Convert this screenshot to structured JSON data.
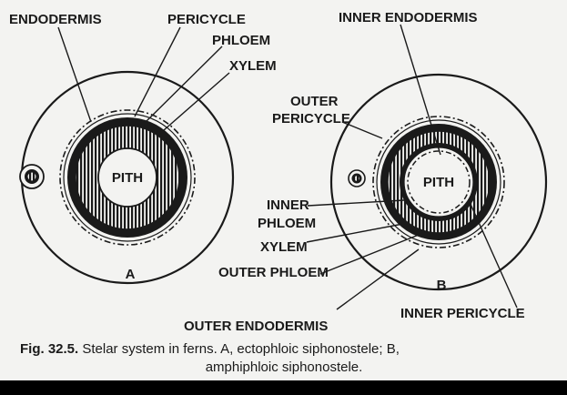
{
  "labels": {
    "endodermis": "ENDODERMIS",
    "pericycle": "PERICYCLE",
    "phloem": "PHLOEM",
    "xylem_a": "XYLEM",
    "pith_a": "PITH",
    "letter_a": "A",
    "inner_endodermis": "INNER ENDODERMIS",
    "outer_pericycle_1": "OUTER",
    "outer_pericycle_2": "PERICYCLE",
    "pith_b": "PITH",
    "inner_phloem_1": "INNER",
    "inner_phloem_2": "PHLOEM",
    "xylem_b": "XYLEM",
    "outer_phloem": "OUTER  PHLOEM",
    "letter_b": "B",
    "outer_endodermis": "OUTER  ENDODERMIS",
    "inner_pericycle": "INNER  PERICYCLE"
  },
  "caption": {
    "bold": "Fig. 32.5.",
    "line1": " Stelar system in ferns. A, ectophloic siphonostele; B,",
    "line2": "amphiphloic siphonostele."
  },
  "colors": {
    "paper": "#f3f3f1",
    "ink": "#1a1a1a",
    "frame": "#000000"
  }
}
